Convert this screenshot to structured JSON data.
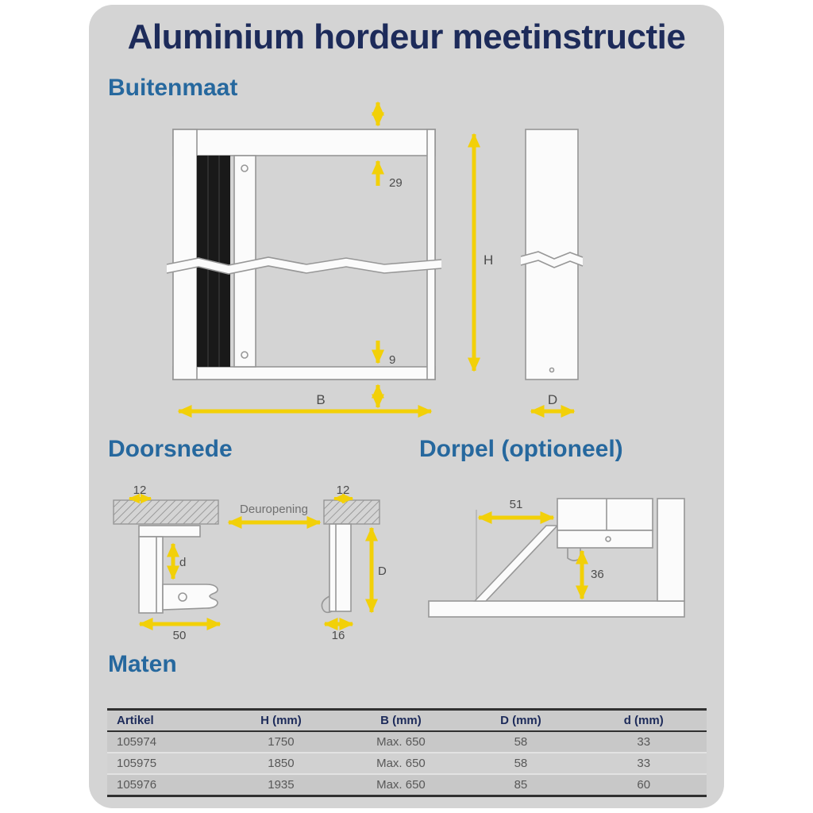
{
  "title": "Aluminium hordeur meetinstructie",
  "buitenmaat": {
    "heading": "Buitenmaat",
    "dim_top": "29",
    "dim_bottom": "9",
    "dim_height": "H",
    "dim_width": "B",
    "dim_depth": "D"
  },
  "doorsnede": {
    "heading": "Doorsnede",
    "dim_left_lip": "12",
    "dim_right_lip": "12",
    "opening_label": "Deuropening",
    "dim_d": "d",
    "dim_D": "D",
    "dim_left_width": "50",
    "dim_right_width": "16"
  },
  "dorpel": {
    "heading": "Dorpel (optioneel)",
    "dim_width": "51",
    "dim_height": "36"
  },
  "maten": {
    "heading": "Maten",
    "columns": [
      "Artikel",
      "H (mm)",
      "B (mm)",
      "D (mm)",
      "d (mm)"
    ],
    "rows": [
      [
        "105974",
        "1750",
        "Max. 650",
        "58",
        "33"
      ],
      [
        "105975",
        "1850",
        "Max. 650",
        "58",
        "33"
      ],
      [
        "105976",
        "1935",
        "Max. 650",
        "85",
        "60"
      ]
    ]
  },
  "colors": {
    "accent_yellow": "#f2d008",
    "heading_blue": "#26689e",
    "title_navy": "#1d2b5a",
    "card_background": "#d4d4d4"
  }
}
